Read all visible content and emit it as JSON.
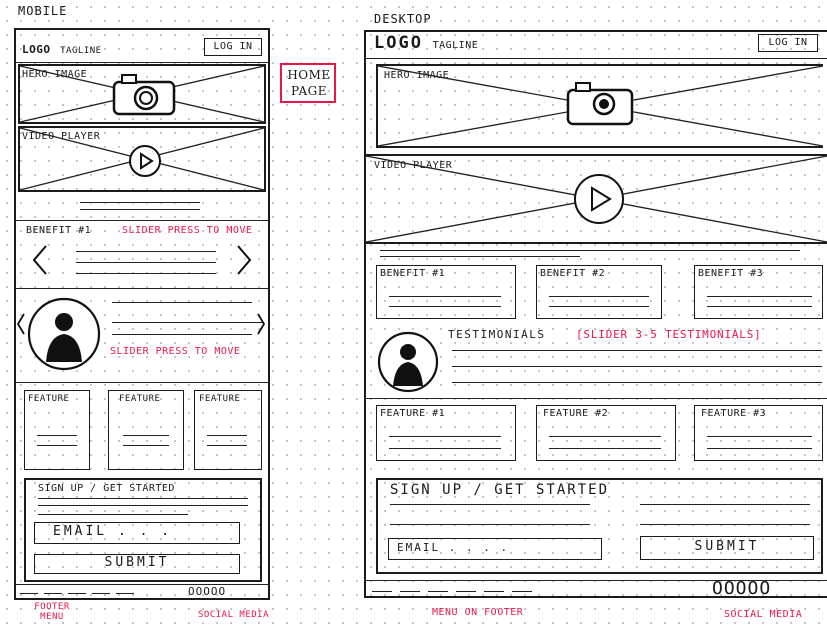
{
  "mobile": {
    "heading": "MOBILE",
    "logo": "LOGO",
    "tagline": "TAGLINE",
    "login": "LOG IN",
    "hero_label": "HERO IMAGE",
    "video_label": "VIDEO PLAYER",
    "benefit_label": "BENEFIT #1",
    "slider_note_1": "SLIDER PRESS TO MOVE",
    "slider_note_2": "SLIDER PRESS TO MOVE",
    "features": [
      "FEATURE",
      "FEATURE",
      "FEATURE"
    ],
    "signup_label": "SIGN UP / GET STARTED",
    "email_label": "EMAIL . . .",
    "submit_label": "SUBMIT",
    "social_dots": "OOOOO",
    "footer_note": "FOOTER MENU",
    "social_note": "SOCIAL MEDIA"
  },
  "home_page_note": "HOME PAGE",
  "desktop": {
    "heading": "DESKTOP",
    "logo": "LOGO",
    "tagline": "TAGLINE",
    "login": "LOG IN",
    "hero_label": "HERO IMAGE",
    "video_label": "VIDEO PLAYER",
    "benefits": [
      "BENEFIT #1",
      "BENEFIT #2",
      "BENEFIT #3"
    ],
    "testimonials_label": "TESTIMONIALS",
    "testimonials_note": "[SLIDER 3-5 TESTIMONIALS]",
    "features": [
      "FEATURE #1",
      "FEATURE #2",
      "FEATURE #3"
    ],
    "signup_label": "SIGN UP / GET STARTED",
    "email_label": "EMAIL . . . .",
    "submit_label": "SUBMIT",
    "social_dots": "OOOOO",
    "footer_note": "MENU ON FOOTER",
    "social_note": "SOCIAL MEDIA"
  },
  "colors": {
    "ink": "#1b1b1b",
    "accent": "#e8174a",
    "grid": "#b9b9b9"
  }
}
